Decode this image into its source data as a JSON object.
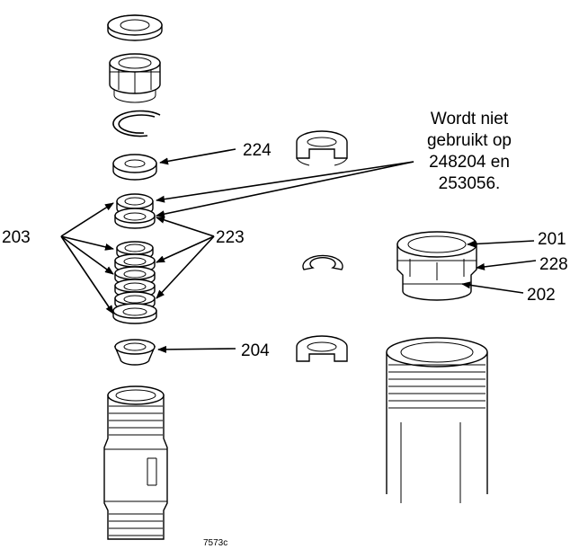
{
  "labels": {
    "l224": "224",
    "l203": "203",
    "l223": "223",
    "l204": "204",
    "l201": "201",
    "l228": "228",
    "l202": "202"
  },
  "note": {
    "line1": "Wordt niet",
    "line2": "gebruikt op",
    "line3": "248204 en",
    "line4": "253056."
  },
  "figure_id": "7573c",
  "colors": {
    "ink": "#000000",
    "background": "#ffffff"
  }
}
